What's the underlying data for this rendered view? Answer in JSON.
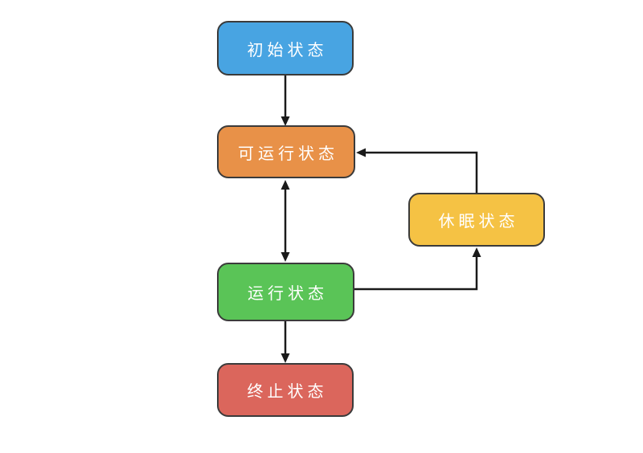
{
  "diagram": {
    "type": "flowchart",
    "background": "#ffffff",
    "node_border_color": "#3b3b3b",
    "connector_color": "#1a1a1a",
    "node_text_color": "#ffffff"
  },
  "nodes": [
    {
      "id": "initial",
      "label": "初始状态",
      "color": "#48A4E2"
    },
    {
      "id": "runnable",
      "label": "可运行状态",
      "color": "#E89148"
    },
    {
      "id": "sleep",
      "label": "休眠状态",
      "color": "#F5C244"
    },
    {
      "id": "running",
      "label": "运行状态",
      "color": "#5AC457"
    },
    {
      "id": "terminated",
      "label": "终止状态",
      "color": "#DB665C"
    }
  ],
  "edges": [
    {
      "from": "initial",
      "to": "runnable",
      "type": "single",
      "route": "straight-down"
    },
    {
      "from": "runnable",
      "to": "running",
      "type": "bidirectional",
      "route": "straight-vertical"
    },
    {
      "from": "running",
      "to": "terminated",
      "type": "single",
      "route": "straight-down"
    },
    {
      "from": "running",
      "to": "sleep",
      "type": "single",
      "route": "right-then-up"
    },
    {
      "from": "sleep",
      "to": "runnable",
      "type": "single",
      "route": "up-then-left"
    }
  ]
}
